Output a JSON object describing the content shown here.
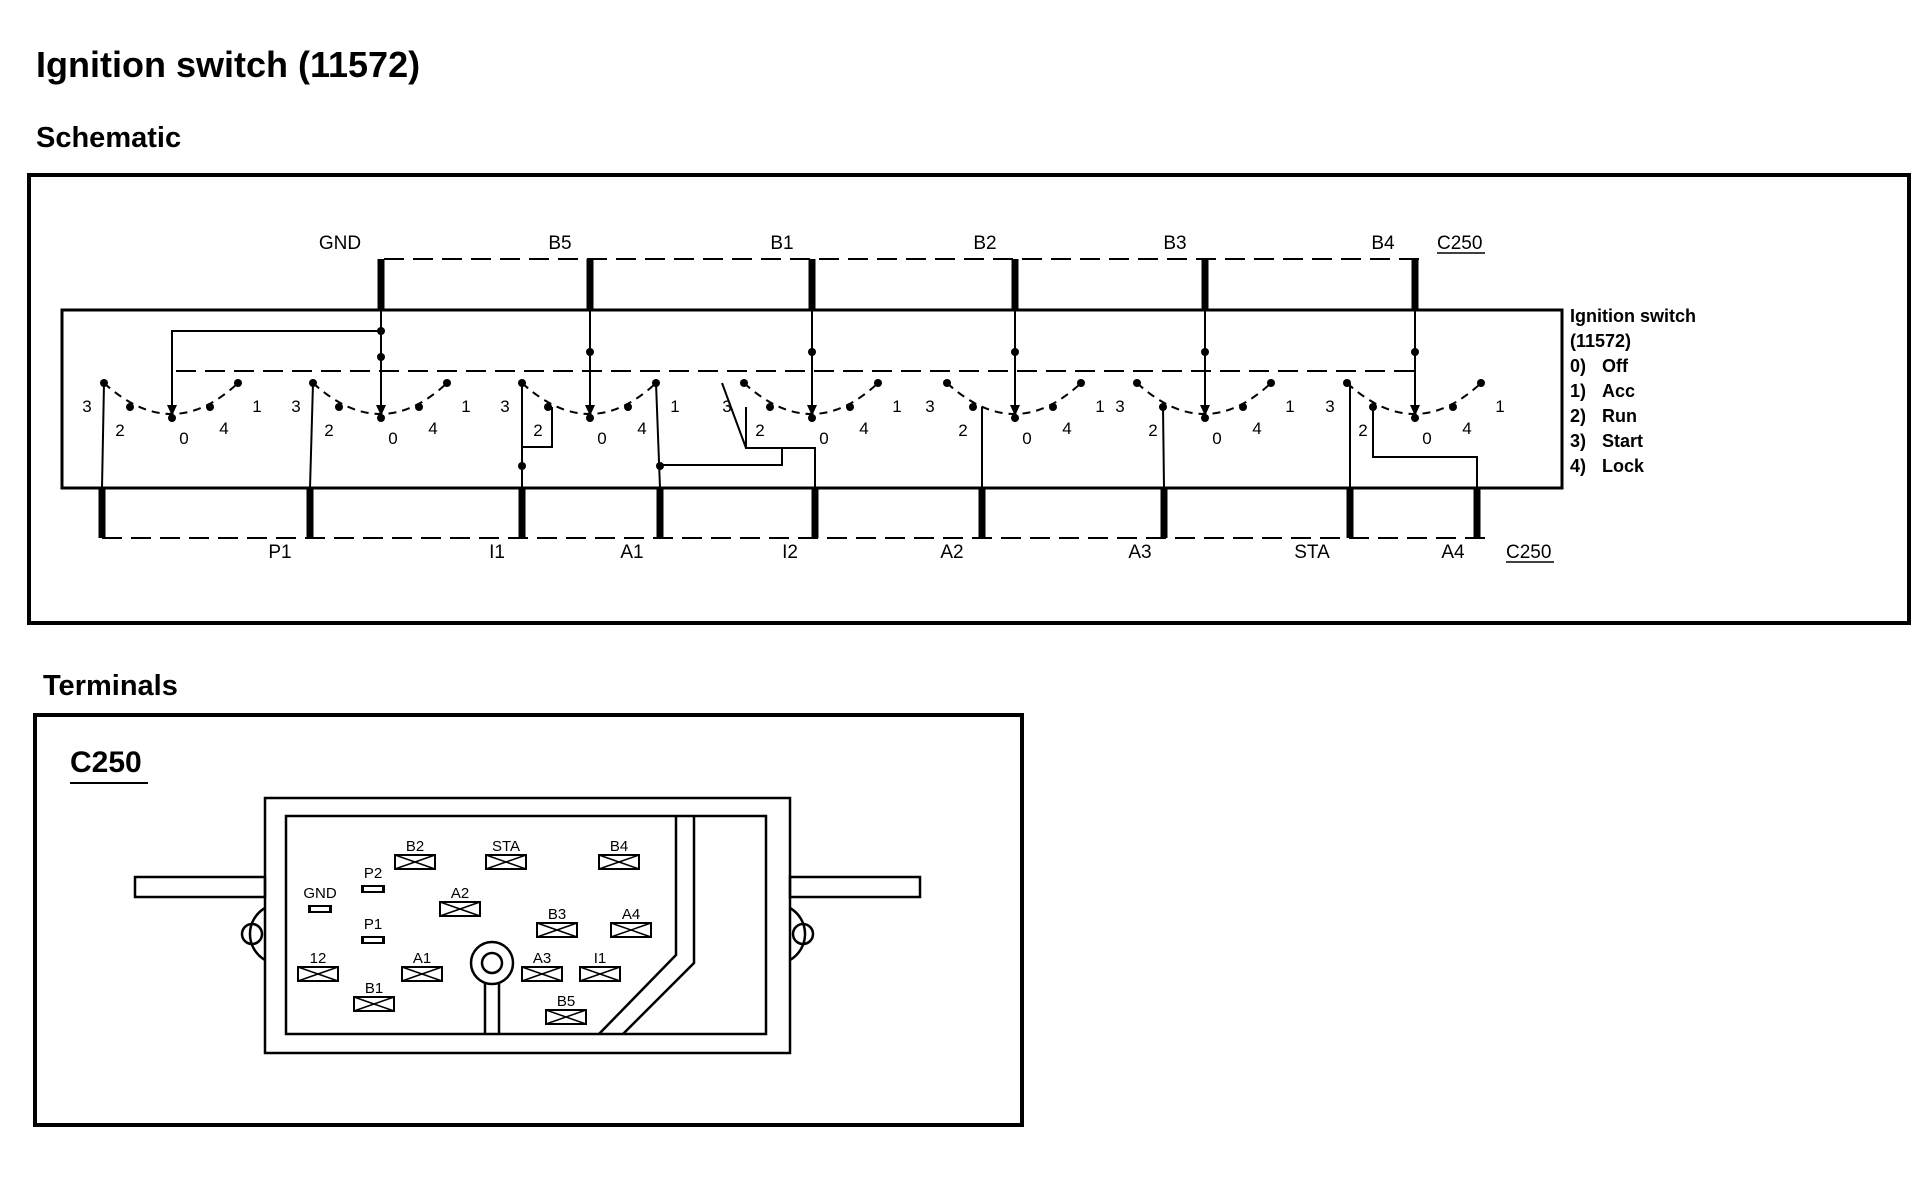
{
  "title": "Ignition switch (11572)",
  "sections": {
    "schematic": "Schematic",
    "terminals": "Terminals"
  },
  "schematic": {
    "connector": "C250",
    "top_pins": [
      "GND",
      "B5",
      "B1",
      "B2",
      "B3",
      "B4"
    ],
    "bottom_pins": [
      "P1",
      "I1",
      "A1",
      "I2",
      "A2",
      "A3",
      "STA",
      "A4"
    ],
    "position_numbers": [
      "3",
      "2",
      "0",
      "4",
      "1"
    ],
    "legend": {
      "title_line1": "Ignition switch",
      "title_line2": "(11572)",
      "items": [
        {
          "num": "0)",
          "label": "Off"
        },
        {
          "num": "1)",
          "label": "Acc"
        },
        {
          "num": "2)",
          "label": "Run"
        },
        {
          "num": "3)",
          "label": "Start"
        },
        {
          "num": "4)",
          "label": "Lock"
        }
      ]
    }
  },
  "terminals": {
    "connector": "C250",
    "pins": [
      "B2",
      "STA",
      "B4",
      "GND",
      "P2",
      "A2",
      "B3",
      "A4",
      "P1",
      "12",
      "A1",
      "A3",
      "I1",
      "B1",
      "B5"
    ]
  }
}
